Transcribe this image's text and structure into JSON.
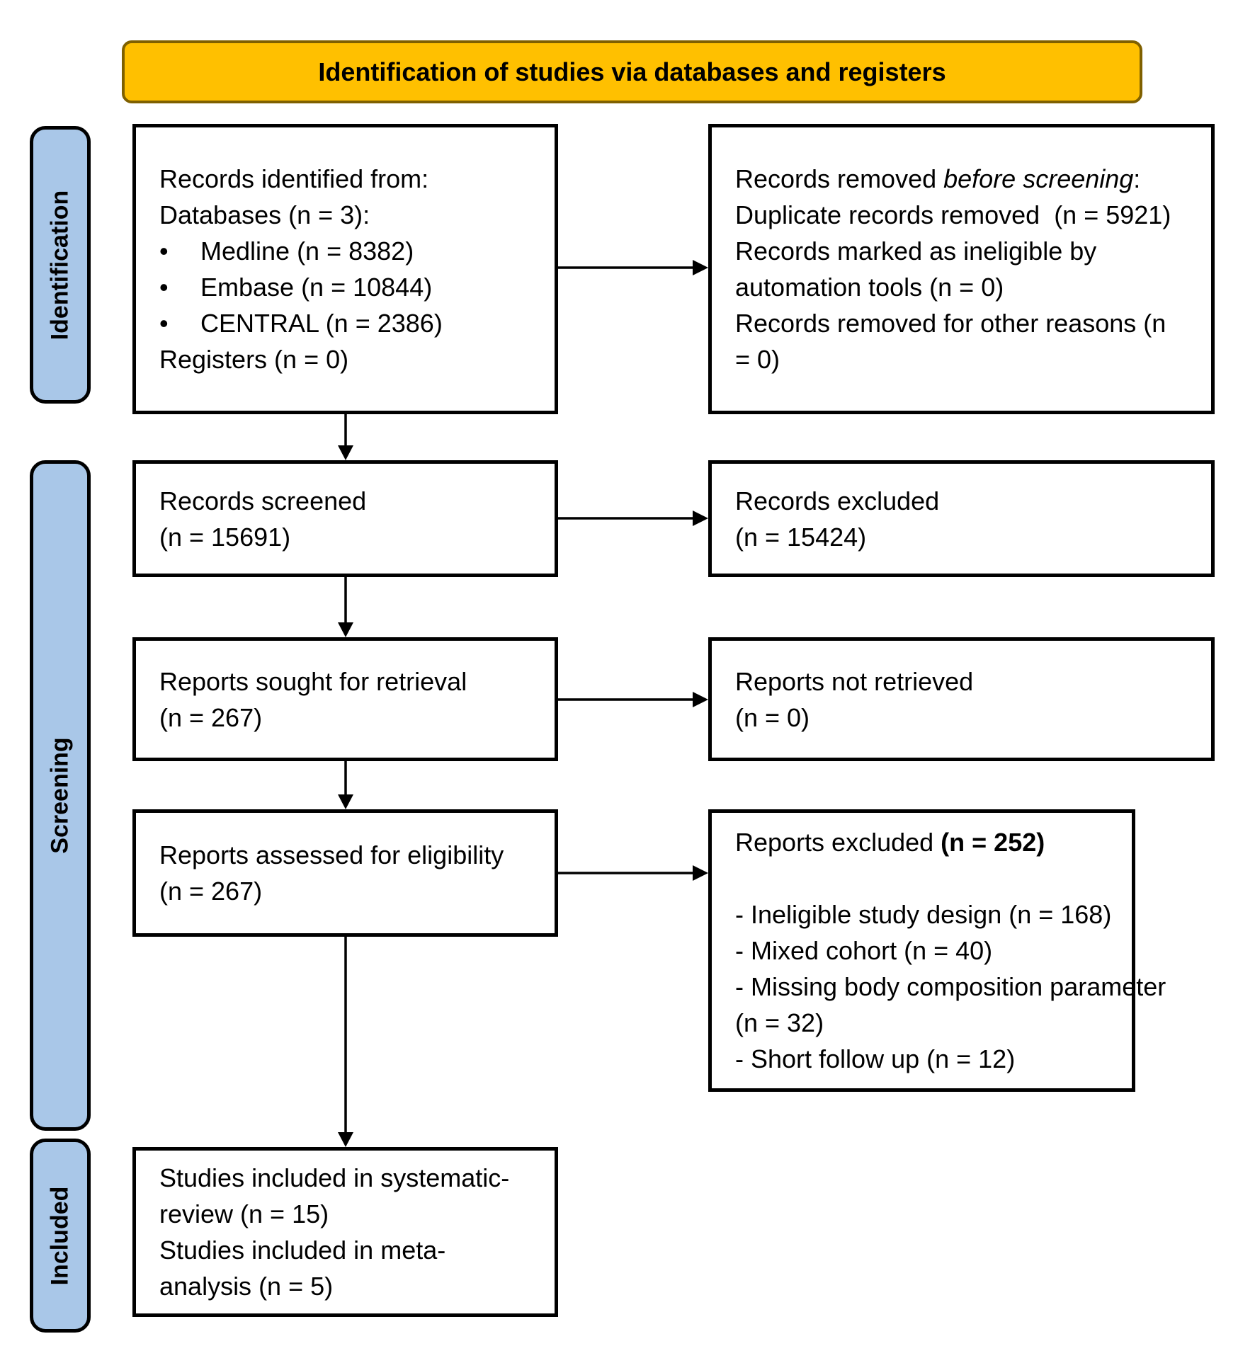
{
  "header": {
    "title": "Identification of studies via databases and registers"
  },
  "sidebar": {
    "stages": [
      {
        "label": "Identification"
      },
      {
        "label": "Screening"
      },
      {
        "label": "Included"
      }
    ]
  },
  "bullet_char": "•",
  "boxes": {
    "records_identified": {
      "lines": [
        "Records identified from:",
        "Databases (n = 3):"
      ],
      "bullets": [
        "Medline (n = 8382)",
        "Embase (n = 10844)",
        "CENTRAL (n = 2386)"
      ],
      "footer": "Registers (n = 0)"
    },
    "records_removed": {
      "intro_prefix": "Records removed ",
      "intro_italic": "before screening",
      "intro_suffix": ":",
      "lines": [
        "Duplicate records removed  (n = 5921)",
        "Records marked as ineligible by",
        "automation tools (n = 0)",
        "Records removed for other reasons (n",
        "= 0)"
      ]
    },
    "records_screened": {
      "lines": [
        "Records screened",
        "(n = 15691)"
      ]
    },
    "records_excluded": {
      "lines": [
        "Records excluded",
        "(n = 15424)"
      ]
    },
    "reports_sought": {
      "lines": [
        "Reports sought for retrieval",
        "(n = 267)"
      ]
    },
    "reports_not_retrieved": {
      "lines": [
        "Reports not retrieved",
        "(n = 0)"
      ]
    },
    "reports_assessed": {
      "lines": [
        "Reports assessed for eligibility",
        "(n = 267)"
      ]
    },
    "reports_excluded": {
      "title_prefix": "Reports excluded ",
      "title_bold": "(n = 252)",
      "reasons": [
        "- Ineligible study design (n = 168)",
        "- Mixed cohort (n = 40)",
        "- Missing body composition parameter",
        "(n = 32)",
        "- Short follow up (n = 12)"
      ]
    },
    "studies_included": {
      "lines": [
        "Studies included in systematic-",
        "review (n = 15)",
        "Studies included in meta-",
        "analysis (n = 5)"
      ]
    }
  },
  "colors": {
    "header_fill": "#FFC000",
    "header_border": "#7F6000",
    "sidebar_fill": "#A9C7E8",
    "box_border": "#000000"
  }
}
